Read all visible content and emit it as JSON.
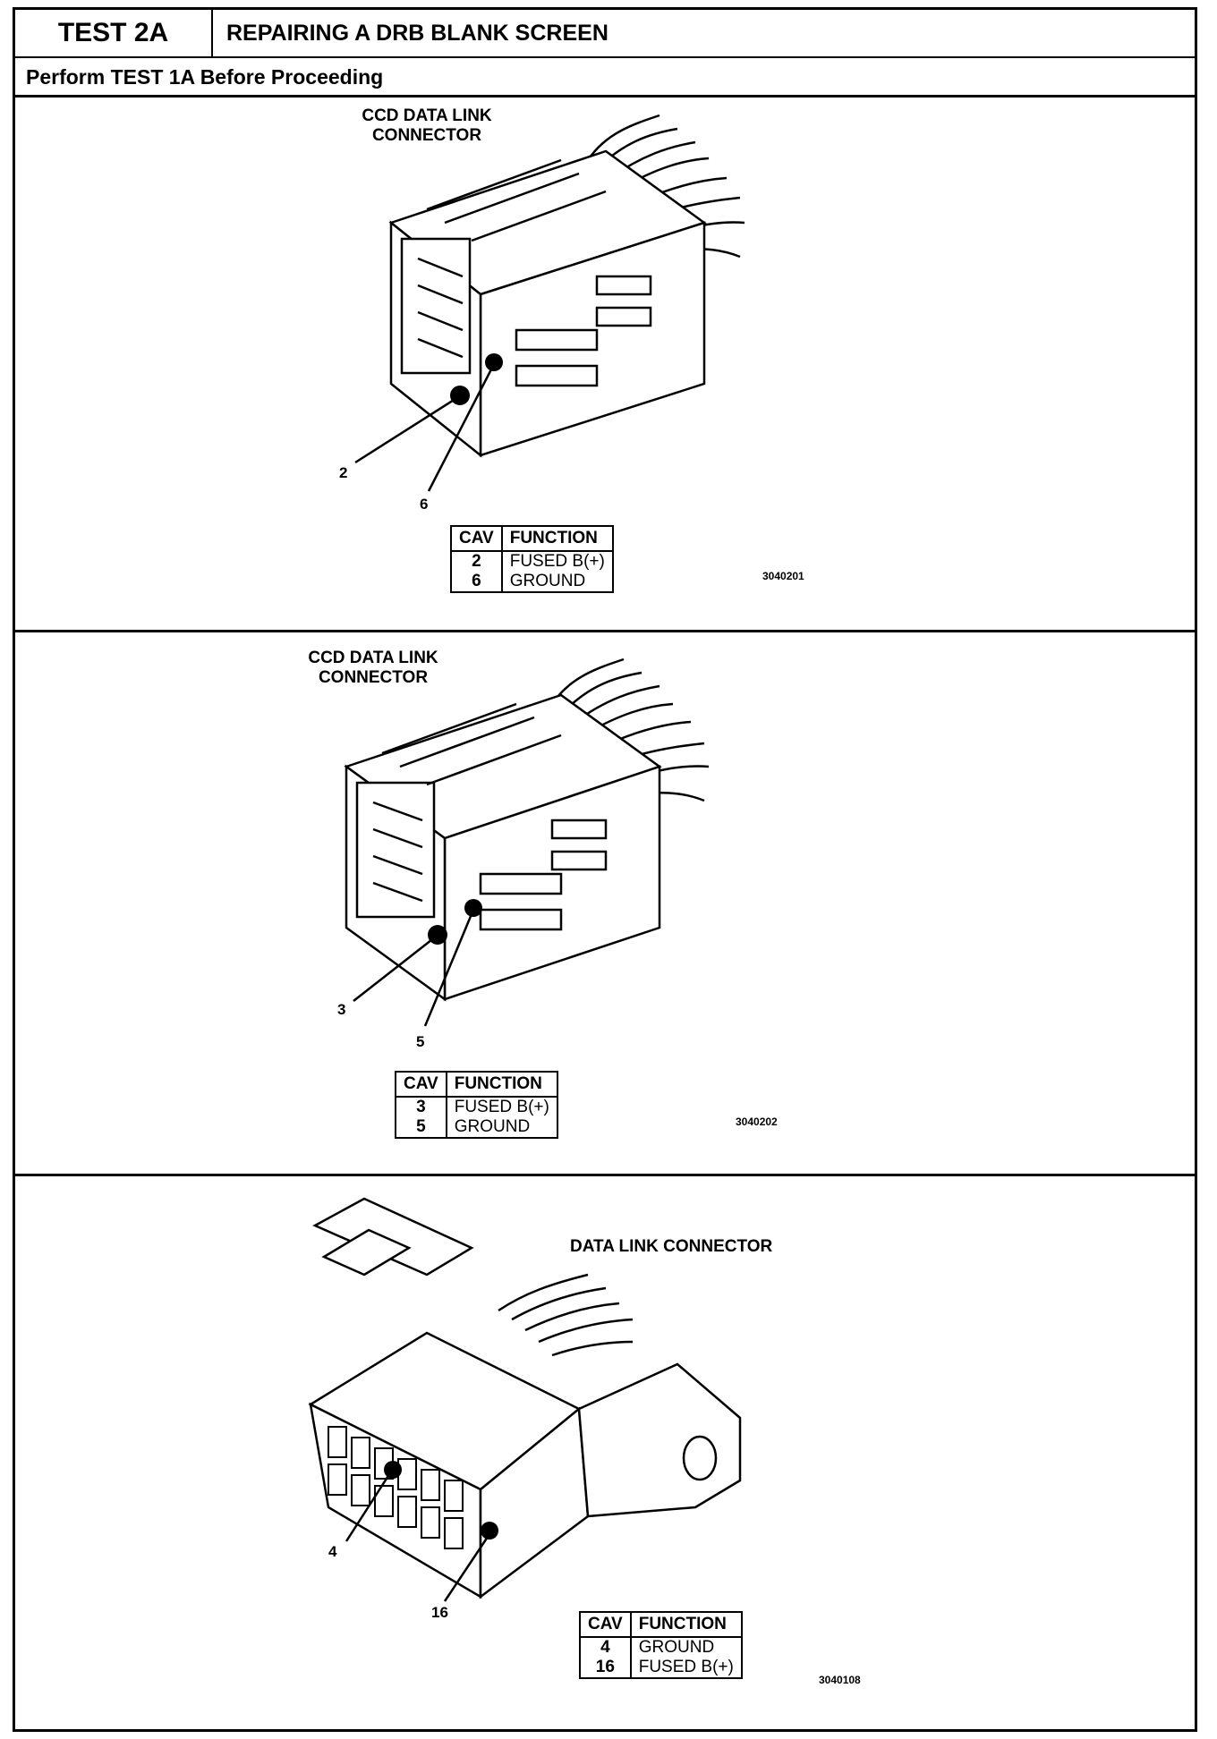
{
  "header": {
    "test_id": "TEST 2A",
    "title": "REPAIRING A DRB BLANK SCREEN",
    "subtitle": "Perform TEST 1A Before Proceeding"
  },
  "panels": [
    {
      "connector_label_line1": "CCD DATA LINK",
      "connector_label_line2": "CONNECTOR",
      "pin_a": "2",
      "pin_b": "6",
      "table_headers": [
        "CAV",
        "FUNCTION"
      ],
      "rows": [
        {
          "cav": "2",
          "function": "FUSED B(+)"
        },
        {
          "cav": "6",
          "function": "GROUND"
        }
      ],
      "figure_id": "3040201"
    },
    {
      "connector_label_line1": "CCD DATA LINK",
      "connector_label_line2": "CONNECTOR",
      "pin_a": "3",
      "pin_b": "5",
      "table_headers": [
        "CAV",
        "FUNCTION"
      ],
      "rows": [
        {
          "cav": "3",
          "function": "FUSED B(+)"
        },
        {
          "cav": "5",
          "function": "GROUND"
        }
      ],
      "figure_id": "3040202"
    },
    {
      "connector_label_line1": "DATA LINK CONNECTOR",
      "pin_a": "4",
      "pin_b": "16",
      "table_headers": [
        "CAV",
        "FUNCTION"
      ],
      "rows": [
        {
          "cav": "4",
          "function": "GROUND"
        },
        {
          "cav": "16",
          "function": "FUSED B(+)"
        }
      ],
      "figure_id": "3040108"
    }
  ]
}
